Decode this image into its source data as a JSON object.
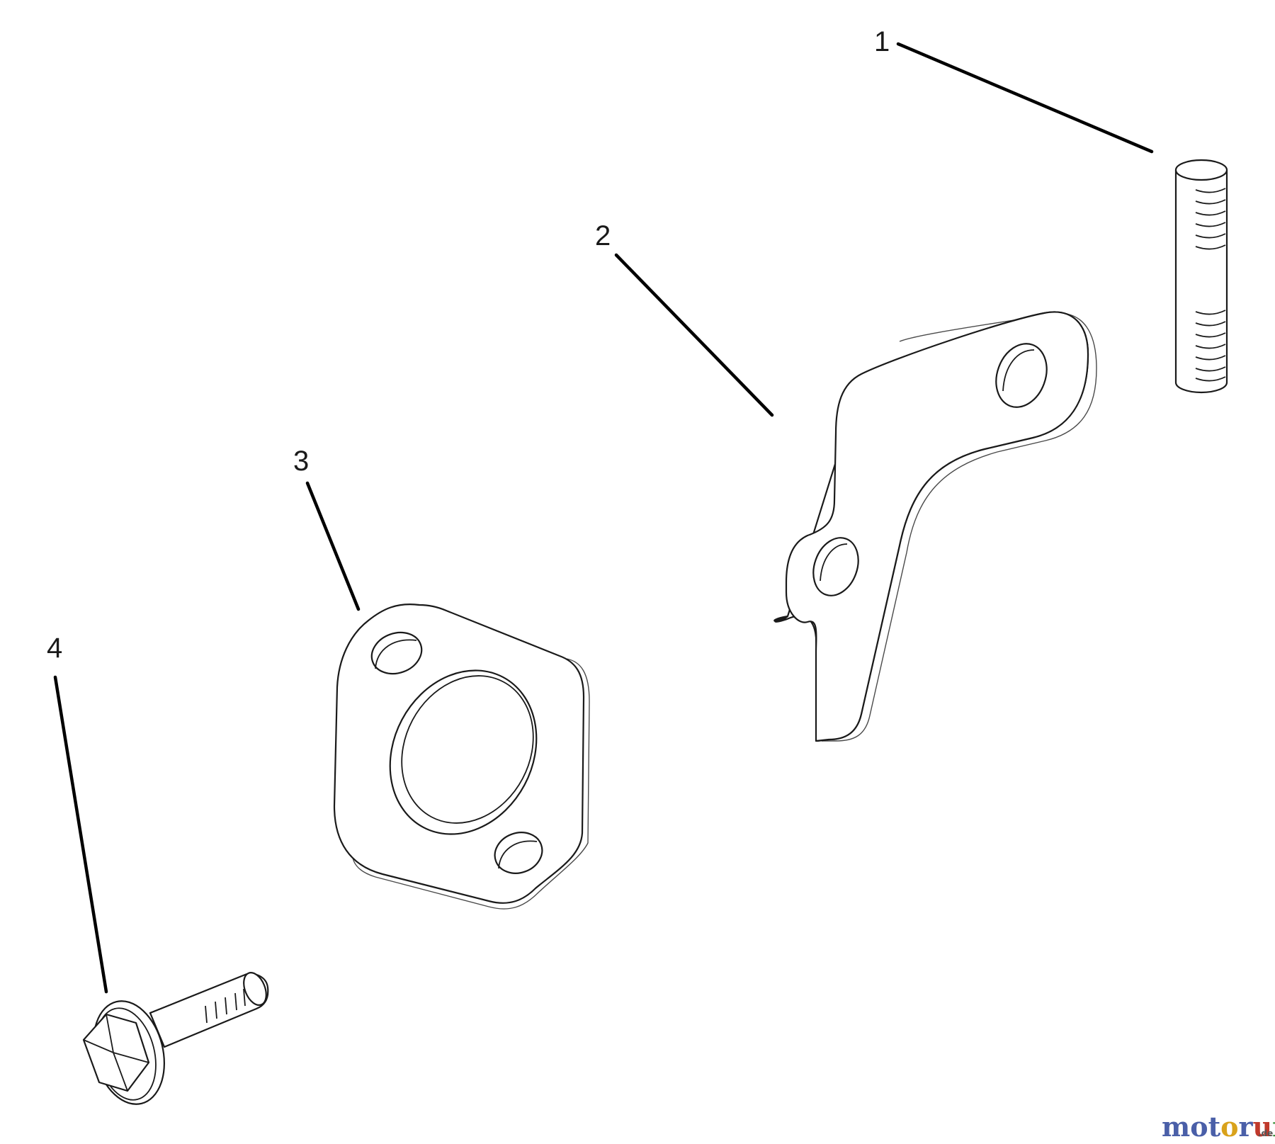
{
  "callouts": [
    {
      "label": "1",
      "part": "threaded-stud"
    },
    {
      "label": "2",
      "part": "bracket"
    },
    {
      "label": "3",
      "part": "flange-spacer"
    },
    {
      "label": "4",
      "part": "flange-bolt"
    }
  ],
  "watermark": {
    "text": "motoruf",
    "suffix": ".de",
    "letters": [
      {
        "ch": "m",
        "color": "#4a5fa8"
      },
      {
        "ch": "o",
        "color": "#4a5fa8"
      },
      {
        "ch": "t",
        "color": "#4a5fa8"
      },
      {
        "ch": "o",
        "color": "#d9a21b"
      },
      {
        "ch": "r",
        "color": "#4a5fa8"
      },
      {
        "ch": "u",
        "color": "#c0392b"
      },
      {
        "ch": "f",
        "color": "#3a8f3a"
      }
    ]
  },
  "colors": {
    "line": "#000000",
    "background": "#ffffff"
  }
}
